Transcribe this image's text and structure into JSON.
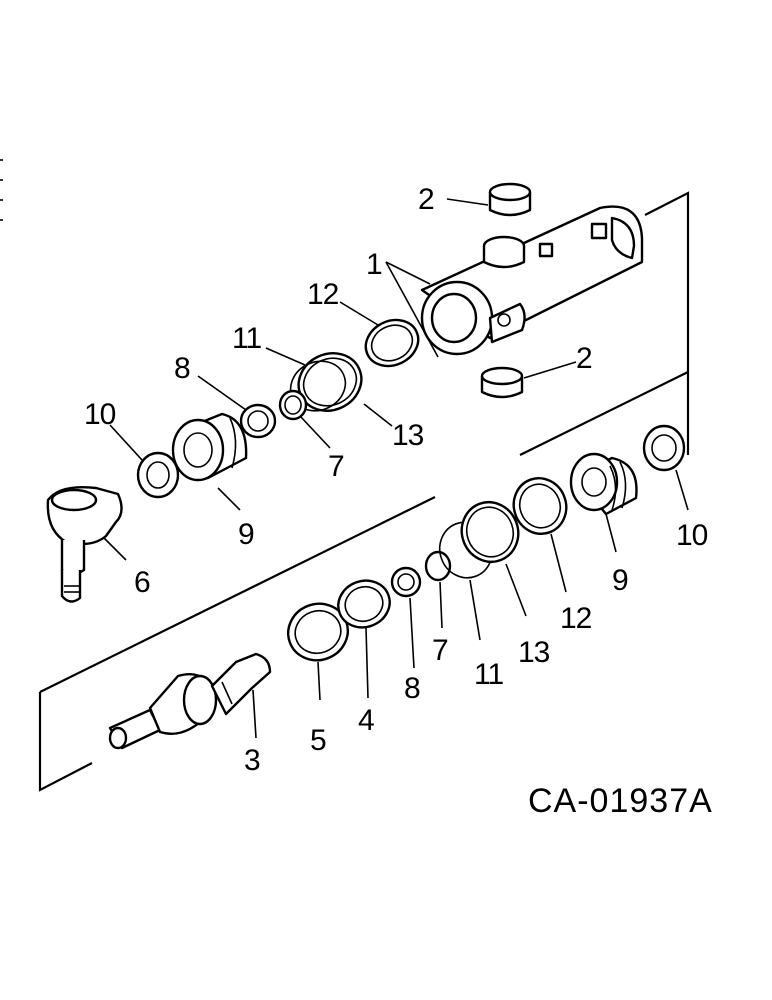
{
  "drawing_code": "CA-01937A",
  "labels": {
    "l1": "1",
    "l2_top": "2",
    "l2_bottom": "2",
    "l3": "3",
    "l4": "4",
    "l5": "5",
    "l6": "6",
    "l7_upper": "7",
    "l7_lower": "7",
    "l8_upper": "8",
    "l8_lower": "8",
    "l9_upper": "9",
    "l9_lower": "9",
    "l10_left": "10",
    "l10_right": "10",
    "l11_upper": "11",
    "l11_lower": "11",
    "l12_upper": "12",
    "l12_lower": "12",
    "l13_upper": "13",
    "l13_lower": "13"
  }
}
